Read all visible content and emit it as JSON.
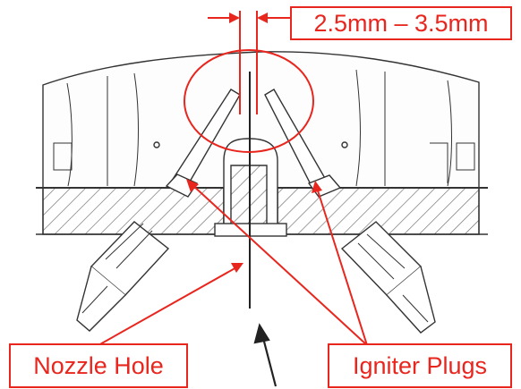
{
  "labels": {
    "gap_spec": "2.5mm – 3.5mm",
    "nozzle_hole": "Nozzle Hole",
    "igniter_plugs": "Igniter Plugs"
  },
  "colors": {
    "annotation": "#e8261e",
    "linework": "#333333",
    "hatch": "#6a6a6a",
    "background": "#ffffff"
  }
}
